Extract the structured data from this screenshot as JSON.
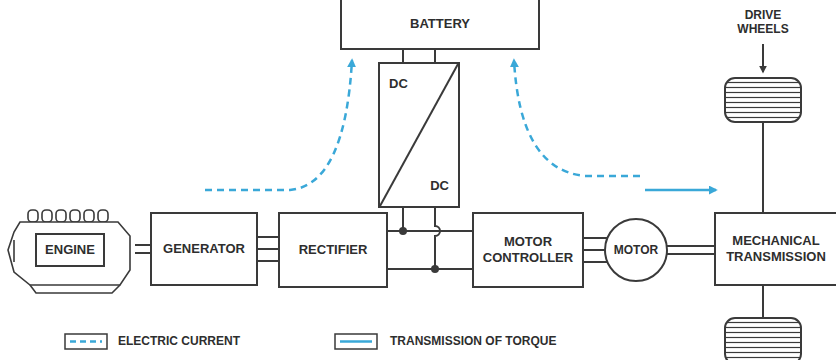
{
  "diagram": {
    "nodes": [
      {
        "text": [
          "BATTERY"
        ]
      },
      {
        "text": [
          "DC",
          "DC"
        ]
      },
      {
        "text": [
          "ENGINE"
        ]
      },
      {
        "text": [
          "GENERATOR"
        ]
      },
      {
        "text": [
          "RECTIFIER"
        ]
      },
      {
        "text": [
          "MOTOR CONTROLLER"
        ]
      },
      {
        "text": [
          "MOTOR"
        ]
      },
      {
        "text": [
          "MECHANICAL TRANSMISSION"
        ]
      }
    ],
    "edges": [
      {
        "from": 2,
        "to": 3,
        "arrow": "none"
      },
      {
        "from": 3,
        "to": 4,
        "arrow": "none"
      },
      {
        "from": 0,
        "to": 1,
        "arrow": "none"
      },
      {
        "from": 1,
        "to": 4,
        "arrow": "none"
      },
      {
        "from": 4,
        "to": 5,
        "arrow": "none"
      },
      {
        "from": 5,
        "to": 6,
        "arrow": "none"
      },
      {
        "from": 6,
        "to": 7,
        "arrow": "none"
      }
    ],
    "labels": [
      "DRIVE WHEELS"
    ],
    "legend": [
      {
        "text": "ELECTRIC CURRENT"
      },
      {
        "text": "TRANSMISSION OF TORQUE"
      }
    ]
  }
}
